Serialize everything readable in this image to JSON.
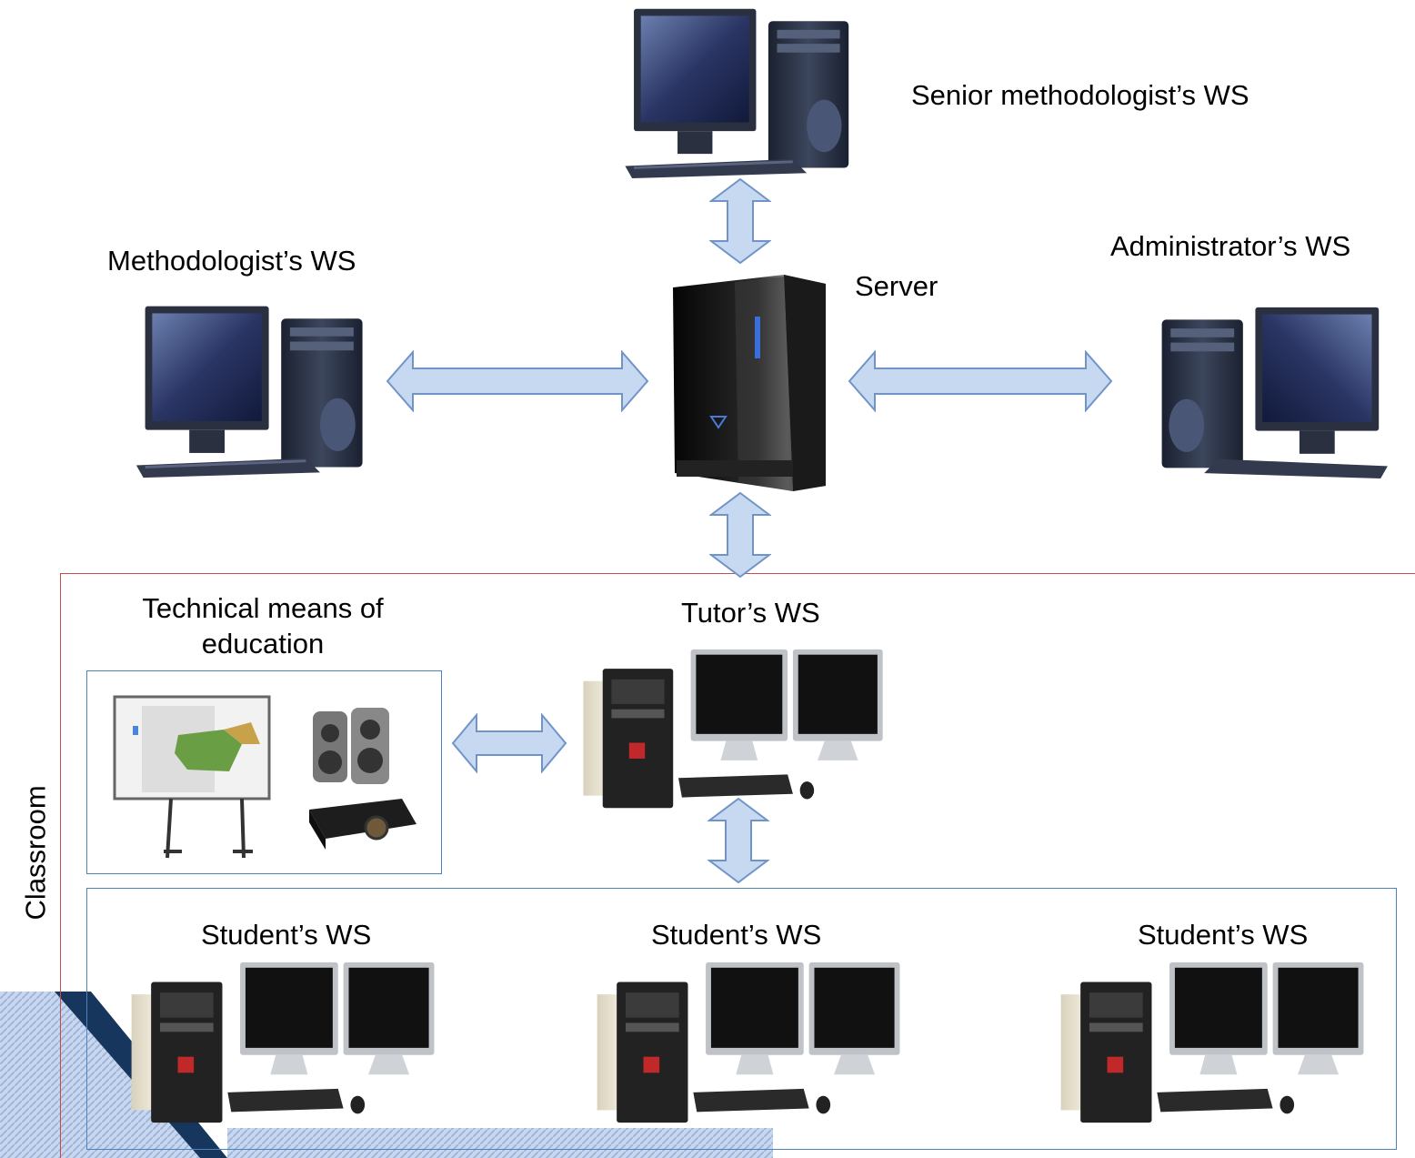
{
  "labels": {
    "senior_methodologist": "Senior methodologist’s  WS",
    "methodologist": "Methodologist’s WS",
    "server": "Server",
    "administrator": "Administrator’s WS",
    "technical_means_line1": "Technical means of",
    "technical_means_line2": "education",
    "tutor": "Tutor’s WS",
    "classroom": "Classroom",
    "students": [
      "Student’s WS",
      "Student’s WS",
      "Student’s WS"
    ]
  },
  "colors": {
    "arrow_fill": "#c6d9f1",
    "arrow_stroke": "#7094c8",
    "classroom_border": "#c0504d",
    "group_border": "#4f81bd",
    "corner_ribbon": "#17365d"
  }
}
